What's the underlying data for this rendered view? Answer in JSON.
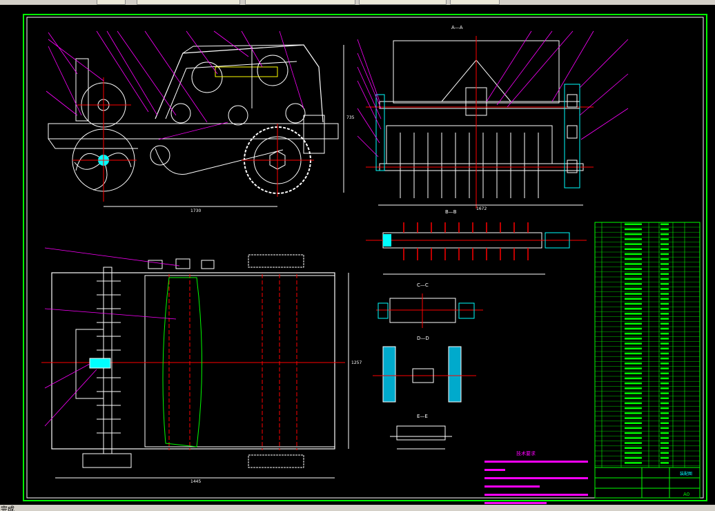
{
  "statusbar": {
    "text": "完成"
  },
  "drawing": {
    "views": {
      "section_aa": "A—A",
      "section_bb": "B—B",
      "section_cc": "C—C",
      "section_dd": "D—D",
      "section_ee": "E—E"
    },
    "dims": {
      "side_length": "1730",
      "side_height": "735",
      "aa_width": "1672",
      "plan_length": "1445",
      "plan_width": "1257"
    },
    "notes": {
      "title": "技术要求"
    },
    "title_block": {
      "scale": "A0",
      "name": "装配图"
    }
  },
  "colors": {
    "frame": "#ffffff",
    "green": "#00ff00",
    "cyan": "#00ffff",
    "red": "#ff0000",
    "magenta": "#ff00ff",
    "yellow": "#ffff00"
  }
}
